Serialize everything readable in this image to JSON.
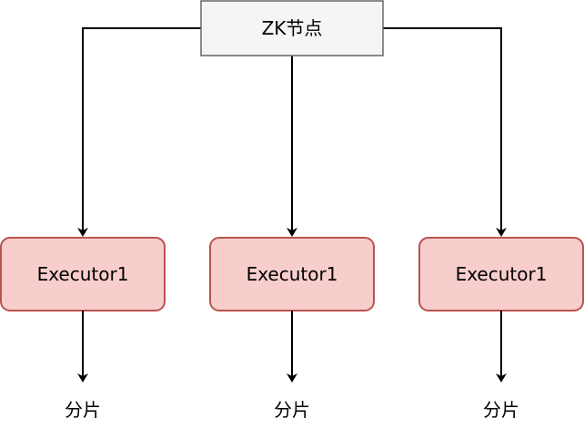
{
  "root": {
    "label": "ZK节点",
    "fill": "#f5f5f5",
    "stroke": "#666666"
  },
  "executors": [
    {
      "label": "Executor1",
      "output_label": "分片"
    },
    {
      "label": "Executor1",
      "output_label": "分片"
    },
    {
      "label": "Executor1",
      "output_label": "分片"
    }
  ],
  "colors": {
    "executor_fill": "#f8cecc",
    "executor_stroke": "#b85450",
    "edge": "#000000"
  }
}
